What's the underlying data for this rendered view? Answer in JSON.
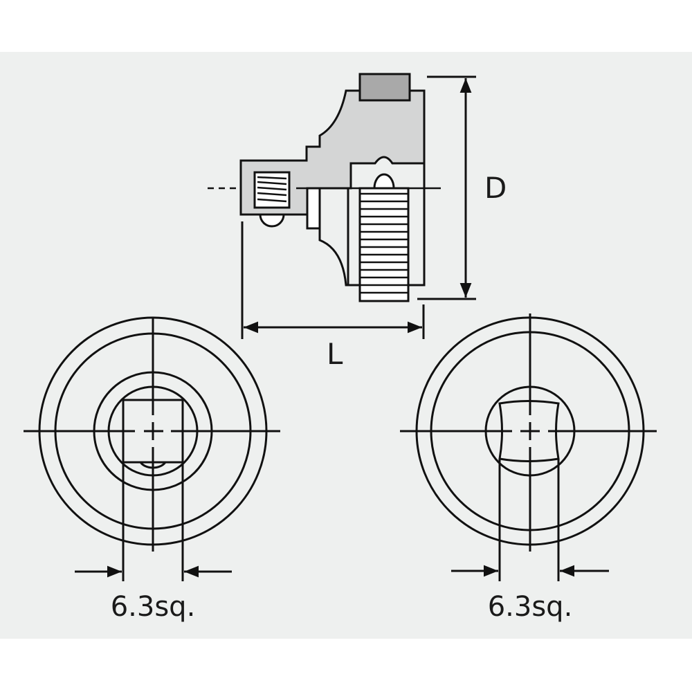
{
  "diagram": {
    "side_view": {
      "dimension_d_label": "D",
      "dimension_l_label": "L"
    },
    "front_view_left": {
      "square_drive_label": "6.3sq."
    },
    "front_view_right": {
      "square_drive_label": "6.3sq."
    },
    "colors": {
      "panel_background": "#eef0ef",
      "body_fill": "#d4d5d5",
      "cap_fill": "#a9a9a9",
      "line": "#111111"
    }
  }
}
